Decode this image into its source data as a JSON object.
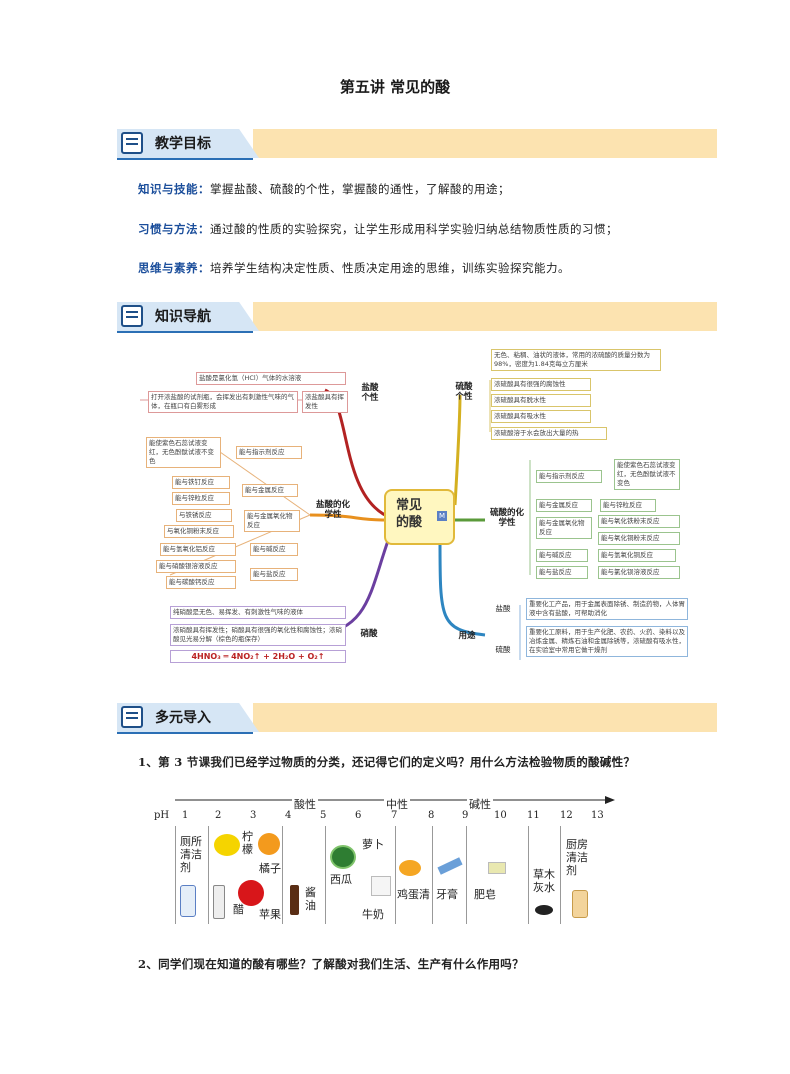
{
  "title": "第五讲 常见的酸",
  "sections": {
    "s1": "教学目标",
    "s2": "知识导航",
    "s3": "多元导入"
  },
  "objectives": [
    {
      "label": "知识与技能：",
      "text": "掌握盐酸、硫酸的个性，掌握酸的通性，了解酸的用途；"
    },
    {
      "label": "习惯与方法：",
      "text": "通过酸的性质的实验探究，让学生形成用科学实验归纳总结物质性质的习惯；"
    },
    {
      "label": "思维与素养：",
      "text": "培养学生结构决定性质、性质决定用途的思维，训练实验探究能力。"
    }
  ],
  "mindmap": {
    "center": "常见的酸",
    "badge": "M",
    "yansuan_xingzhi": {
      "title": "盐酸个性",
      "items": [
        "盐酸是氯化氢（HCl）气体的水溶液",
        "浓盐酸具有挥发性",
        "打开浓盐酸的试剂瓶，会挥发出有刺激性气味的气体，在瓶口有白雾形成"
      ]
    },
    "yansuan_huaxue": {
      "title": "盐酸的化学性",
      "items": [
        "能与指示剂反应",
        "能使紫色石蕊试液变红，无色酚酞试液不变色",
        "能与金属反应",
        "能与铁钉反应",
        "能与锌粒反应",
        "能与金属氧化物反应",
        "与铁锈反应",
        "与氧化铜粉末反应",
        "能与碱反应",
        "能与氢氧化铝反应",
        "能与盐反应",
        "能与硝酸银溶液反应",
        "能与碳酸钙反应"
      ]
    },
    "xiaosuan": {
      "title": "硝酸",
      "items": [
        "纯硝酸是无色、易挥发、有刺激性气味的液体",
        "浓硝酸具有挥发性；硝酸具有很强的氧化性和腐蚀性；浓硝酸见光易分解（棕色的瓶保存）",
        "4HNO₃ ═ 4NO₂↑ + 2H₂O + O₂↑"
      ]
    },
    "liusuan_xingzhi": {
      "title": "硫酸个性",
      "items": [
        "无色、粘稠、油状的液体，常用的浓硫酸的质量分数为98%，密度为1.84克每立方厘米",
        "浓硫酸具有很强的腐蚀性",
        "浓硫酸具有脱水性",
        "浓硫酸具有吸水性",
        "浓硫酸溶于水会放出大量的热"
      ]
    },
    "liusuan_huaxue": {
      "title": "硫酸的化学性",
      "items": [
        "能与指示剂反应",
        "能使紫色石蕊试液变红，无色酚酞试液不变色",
        "能与金属反应",
        "能与锌粒反应",
        "能与金属氧化物反应",
        "能与氧化铁粉末反应",
        "能与氧化铜粉末反应",
        "能与碱反应",
        "能与氢氧化铜反应",
        "能与盐反应",
        "能与氯化钡溶液反应"
      ]
    },
    "yongtu": {
      "title": "用途",
      "yansuan": "盐酸",
      "yansuan_text": "重要化工产品，用于金属表面除锈、制造药物，人体胃液中含有盐酸，可帮助消化",
      "liusuan": "硫酸",
      "liusuan_text": "重要化工原料，用于生产化肥、农药、火药、染料以及冶炼金属、精炼石油和金属除锈等，浓硫酸有吸水性，在实验室中常用它做干燥剂"
    }
  },
  "questions": [
    "1、第 3 节课我们已经学过物质的分类，还记得它们的定义吗？用什么方法检验物质的酸碱性？",
    "2、同学们现在知道的酸有哪些？了解酸对我们生活、生产有什么作用吗？"
  ],
  "ph": {
    "label": "pH",
    "numbers": [
      "1",
      "2",
      "3",
      "4",
      "5",
      "6",
      "7",
      "8",
      "9",
      "10",
      "11",
      "12",
      "13"
    ],
    "regions": [
      "酸性",
      "中性",
      "碱性"
    ],
    "items": {
      "cesuo": "厕所清洁剂",
      "ningmeng": "柠檬",
      "cu": "醋",
      "juzi": "橘子",
      "pingguo": "苹果",
      "jiangyou": "酱油",
      "xigua": "西瓜",
      "luobo": "萝卜",
      "niunai": "牛奶",
      "jidan": "鸡蛋清",
      "yagao": "牙膏",
      "feizao": "肥皂",
      "caomu": "草木灰水",
      "chufang": "厨房清洁剂"
    }
  }
}
